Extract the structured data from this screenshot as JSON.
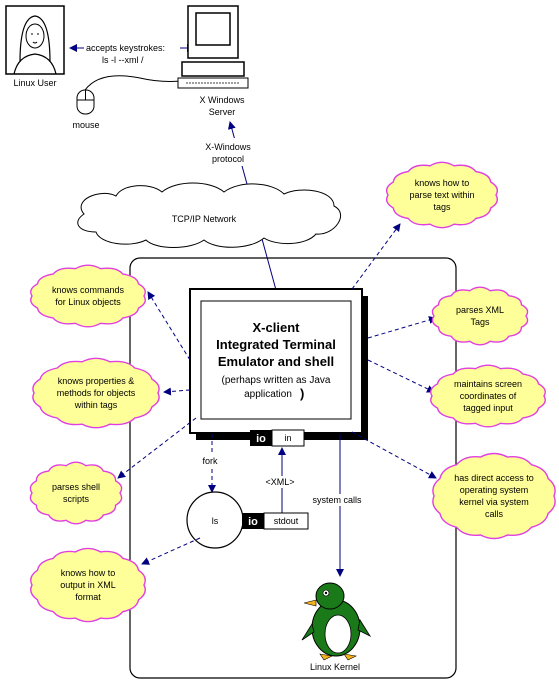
{
  "user": {
    "label": "Linux User"
  },
  "keystrokes": {
    "line1": "accepts keystrokes:",
    "line2": "ls -l --xml /"
  },
  "mouse": {
    "label": "mouse"
  },
  "server": {
    "line1": "X Windows",
    "line2": "Server"
  },
  "protocol": {
    "line1": "X-Windows",
    "line2": "protocol"
  },
  "network": {
    "label": "TCP/IP Network"
  },
  "main_box": {
    "line1": "X-client",
    "line2": "Integrated Terminal",
    "line3": "Emulator and shell",
    "line4": "(perhaps written as Java",
    "line5": "application",
    "close_paren": ")"
  },
  "io_in": {
    "io": "io",
    "label": "in"
  },
  "io_stdout": {
    "io": "io",
    "label": "stdout"
  },
  "ls_process": {
    "label": "ls"
  },
  "fork": {
    "label": "fork"
  },
  "xml_tag": {
    "label": "<XML>"
  },
  "system_calls": {
    "label": "system calls"
  },
  "kernel": {
    "label": "Linux Kernel"
  },
  "clouds": [
    {
      "lines": [
        "knows how to",
        "parse text within",
        "tags"
      ]
    },
    {
      "lines": [
        "knows commands",
        "for Linux objects"
      ]
    },
    {
      "lines": [
        "parses XML",
        "Tags"
      ]
    },
    {
      "lines": [
        "knows properties &",
        "methods for objects",
        "within tags"
      ]
    },
    {
      "lines": [
        "maintains screen",
        "coordinates of",
        "tagged input"
      ]
    },
    {
      "lines": [
        "parses shell",
        "scripts"
      ]
    },
    {
      "lines": [
        "has direct access to",
        "operating system",
        "kernel via  system",
        "calls"
      ]
    },
    {
      "lines": [
        "knows how to",
        "output in XML",
        "format"
      ]
    }
  ],
  "colors": {
    "cloud_fill": "#ffff99",
    "cloud_stroke": "#e040e0",
    "arrow": "#000080"
  }
}
